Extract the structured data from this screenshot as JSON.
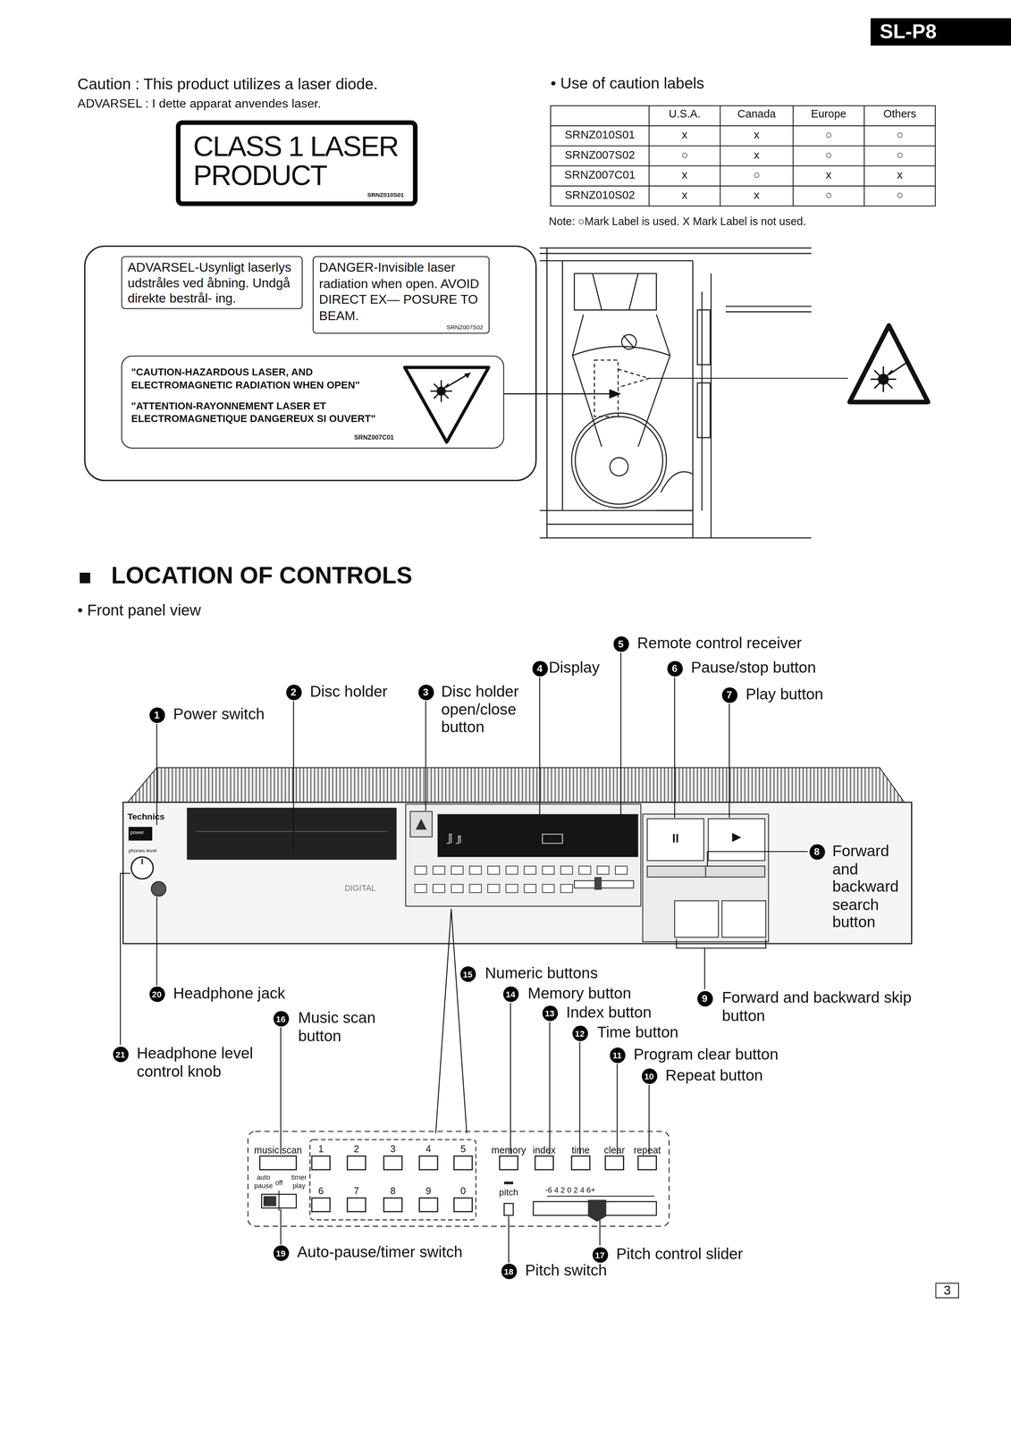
{
  "diagram": {
    "title": "LOCATION OF CONTROLS",
    "nodes": [
      {
        "text": [
          "CLASS 1 LASER PRODUCT",
          "SRNZ010S01"
        ]
      },
      {
        "text": [
          "ADVARSEL-Usynligt laserlys udstråles ved åbning. Undgå direkte bestrål- ing."
        ]
      },
      {
        "text": [
          "DANGER-Invisible laser radiation when open. AVOID DIRECT EX— POSURE TO BEAM.",
          "SRNZ007S02"
        ]
      },
      {
        "text": [
          "\"CAUTION-HAZARDOUS LASER, AND ELECTROMAGNETIC RADIATION WHEN OPEN\"",
          "\"ATTENTION-RAYONNEMENT LASER ET ELECTROMAGNETIQUE DANGEREUX SI OUVERT\"",
          "SRNZ007C01"
        ]
      },
      {
        "text": [
          "3"
        ]
      }
    ],
    "labels": [
      "SL-P8",
      "Caution : This product utilizes a laser diode.",
      "ADVARSEL : I dette apparat anvendes laser.",
      "• Use of caution labels",
      "U.S.A.",
      "Canada",
      "Europe",
      "Others",
      "SRNZ010S01",
      "x",
      "x",
      "○",
      "○",
      "SRNZ007S02",
      "○",
      "x",
      "○",
      "○",
      "SRNZ007C01",
      "x",
      "○",
      "x",
      "x",
      "SRNZ010S02",
      "x",
      "x",
      "○",
      "○",
      "Note: ○Mark Label is used. X Mark Label is not used.",
      "■",
      "• Front panel view",
      "1",
      "Power switch",
      "2",
      "Disc holder",
      "3",
      "Disc holder open/close button",
      "4",
      "Display",
      "5",
      "Remote control receiver",
      "6",
      "Pause/stop button",
      "7",
      "Play button",
      "8",
      "Forward and backward search button",
      "9",
      "Forward and backward skip button",
      "10",
      "Repeat button",
      "11",
      "Program clear button",
      "12",
      "Time button",
      "13",
      "Index button",
      "14",
      "Memory button",
      "15",
      "Numeric buttons",
      "16",
      "Music scan button",
      "17",
      "Pitch control slider",
      "18",
      "Pitch switch",
      "19",
      "Auto-pause/timer switch",
      "20",
      "Headphone jack",
      "21",
      "Headphone level control knob",
      "Technics",
      "power",
      "phones level",
      "DIGITAL",
      "II",
      "▶",
      "music scan",
      "1",
      "2",
      "3",
      "4",
      "5",
      "6",
      "7",
      "8",
      "9",
      "0",
      "memory",
      "index",
      "time",
      "clear",
      "repeat",
      "pitch",
      "auto pause",
      "off",
      "timer play",
      "-6 4 2 0 2 4 6+"
    ]
  }
}
